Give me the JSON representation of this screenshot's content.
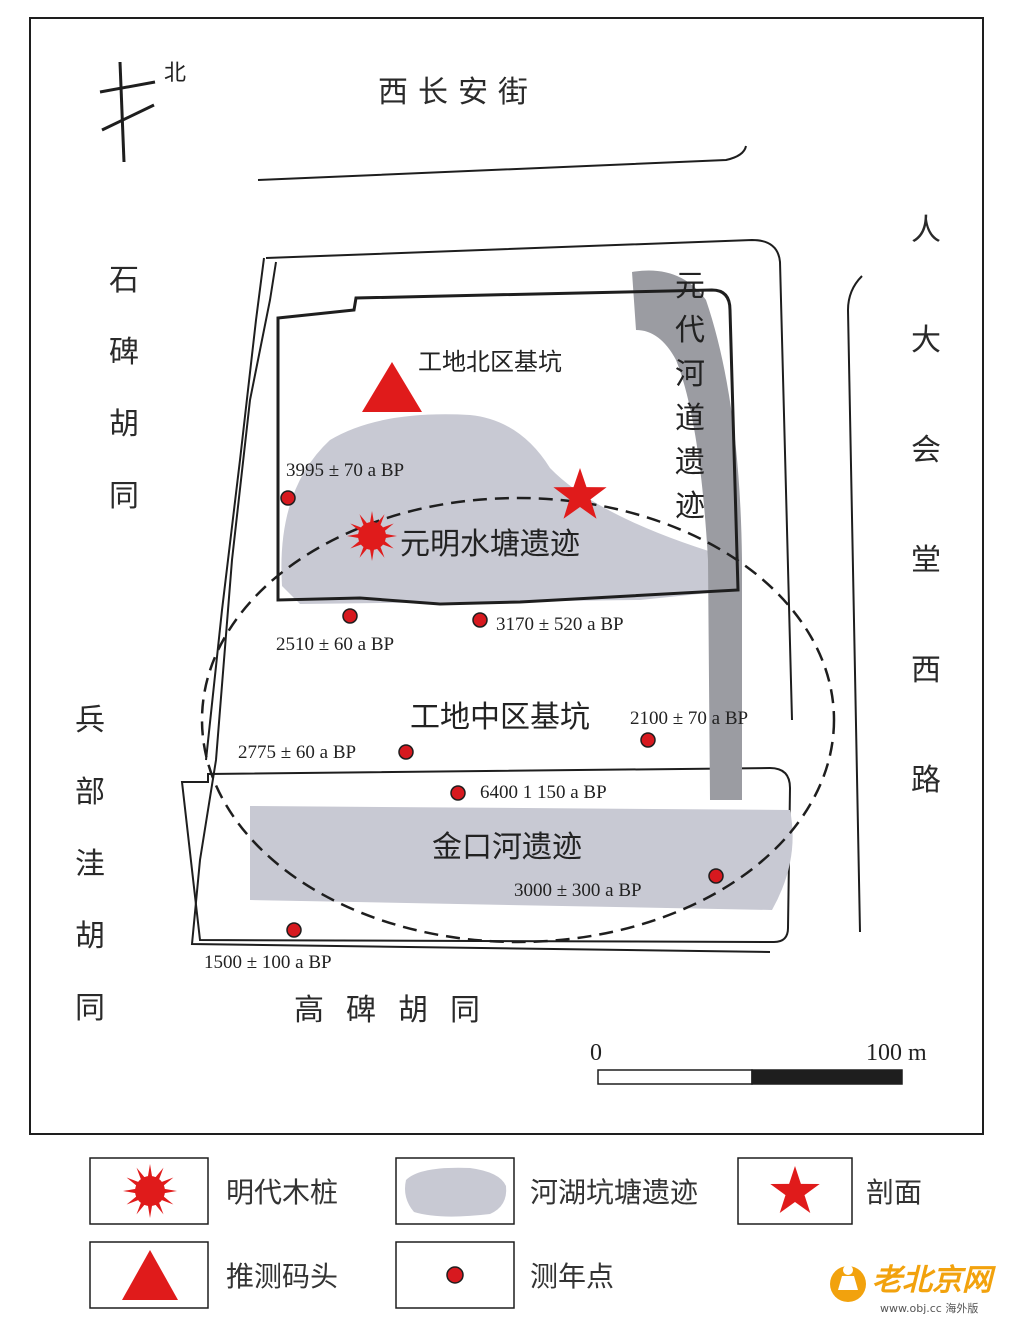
{
  "colors": {
    "accent_red": "#e01b1b",
    "dot_red": "#d7191f",
    "area_gray": "#c8c9d3",
    "channel_gray": "#9b9ca2",
    "line": "#1e1e1e",
    "watermark": "#f2a20d"
  },
  "map": {
    "north_label": "北",
    "streets": {
      "north": "西长安街",
      "east": "人大会堂西路",
      "west_upper": "石碑胡同",
      "west_lower": "兵部洼胡同",
      "south": "高碑胡同"
    },
    "features": {
      "north_pit": "工地北区基坑",
      "middle_pit": "工地中区基坑",
      "pond": "元明水塘遗迹",
      "river_south": "金口河遗迹",
      "yuan_channel": "元代河道遗迹"
    },
    "dates": [
      "3995 ± 70 a BP",
      "2510 ± 60 a BP",
      "3170 ± 520 a BP",
      "2775 ± 60 a BP",
      "2100 ± 70 a BP",
      "6400 1   150 a BP",
      "3000 ± 300 a BP",
      "1500 ± 100 a BP"
    ],
    "scale": {
      "start": "0",
      "end": "100 m"
    }
  },
  "legend": {
    "items": [
      {
        "icon": "sun-burst-icon",
        "label": "明代木桩"
      },
      {
        "icon": "gray-blob-icon",
        "label": "河湖坑塘遗迹"
      },
      {
        "icon": "star-icon",
        "label": "剖面"
      },
      {
        "icon": "triangle-icon",
        "label": "推测码头"
      },
      {
        "icon": "dot-icon",
        "label": "测年点"
      }
    ]
  },
  "watermark": {
    "text": "老北京网",
    "url": "www.obj.cc 海外版"
  }
}
